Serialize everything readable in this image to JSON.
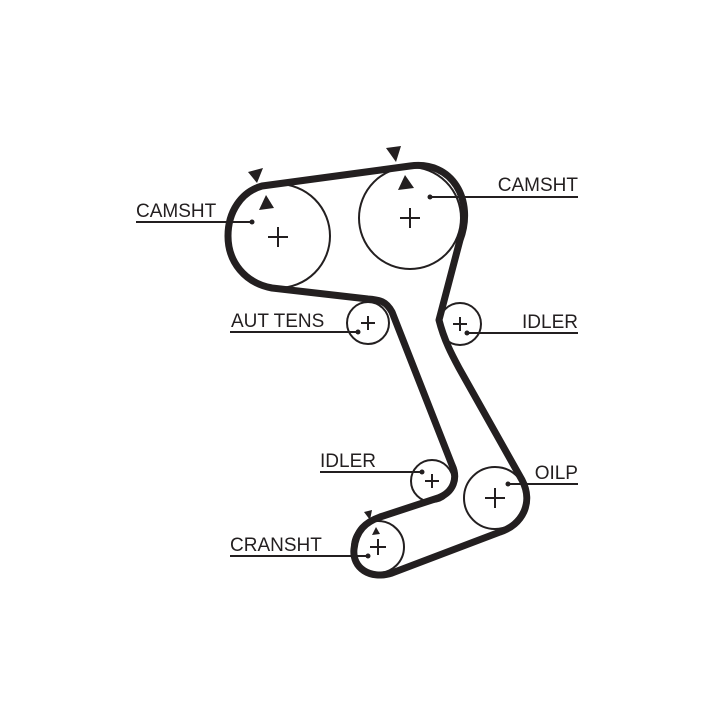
{
  "colors": {
    "ink": "#231f20",
    "background": "#ffffff"
  },
  "components": {
    "camshaft_left": {
      "label": "CAMSHT"
    },
    "camshaft_right": {
      "label": "CAMSHT"
    },
    "auto_tensioner": {
      "label": "AUT TENS"
    },
    "idler_upper": {
      "label": "IDLER"
    },
    "idler_lower": {
      "label": "IDLER"
    },
    "oil_pump": {
      "label": "OILP"
    },
    "crankshaft": {
      "label": "CRANSHT"
    }
  }
}
